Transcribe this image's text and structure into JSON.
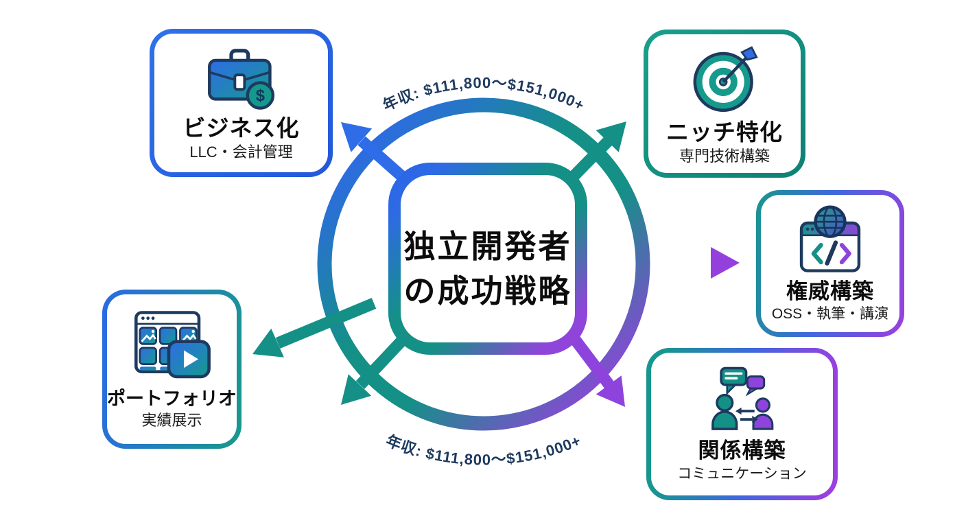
{
  "center": {
    "line1": "独立開発者",
    "line2": "の成功戦略"
  },
  "arc_labels": {
    "top": "年収: $111,800〜$151,000+",
    "bottom": "年収: $111,800〜$151,000+"
  },
  "nodes": [
    {
      "id": "business",
      "title": "ビジネス化",
      "subtitle": "LLC・会計管理",
      "icon": "briefcase-dollar-icon"
    },
    {
      "id": "niche",
      "title": "ニッチ特化",
      "subtitle": "専門技術構築",
      "icon": "target-dart-icon"
    },
    {
      "id": "authority",
      "title": "権威構築",
      "subtitle": "OSS・執筆・講演",
      "icon": "code-browser-globe-icon"
    },
    {
      "id": "relationship",
      "title": "関係構築",
      "subtitle": "コミュニケーション",
      "icon": "people-chat-icon"
    },
    {
      "id": "portfolio",
      "title": "ポートフォリオ",
      "subtitle": "実績展示",
      "icon": "portfolio-play-icon"
    }
  ],
  "glyphs": {
    "dollar": "$"
  },
  "colors": {
    "blue": "#2B66E8",
    "teal": "#149086",
    "purple": "#8E44DC",
    "navy_outline": "#1E3A5F",
    "annotation_text": "#1E3A5F",
    "title_text": "#0D0D0D",
    "background": "#FFFFFF"
  }
}
